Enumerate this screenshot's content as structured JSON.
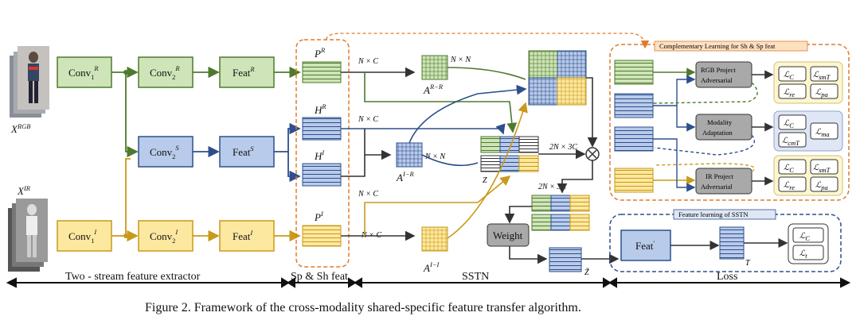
{
  "caption": "Figure 2. Framework of the cross-modality shared-specific feature transfer algorithm.",
  "inputs": {
    "rgb_label": "X",
    "rgb_sup": "RGB",
    "ir_label": "X",
    "ir_sup": "IR"
  },
  "extractor": {
    "conv1r": "Conv",
    "conv1r_sub": "1",
    "conv1r_sup": "R",
    "conv2r": "Conv",
    "conv2r_sub": "2",
    "conv2r_sup": "R",
    "featr": "Feat",
    "featr_sup": "R",
    "conv2s": "Conv",
    "conv2s_sub": "2",
    "conv2s_sup": "S",
    "feats": "Feat",
    "feats_sup": "S",
    "conv1i": "Conv",
    "conv1i_sub": "1",
    "conv1i_sup": "I",
    "conv2i": "Conv",
    "conv2i_sub": "2",
    "conv2i_sup": "I",
    "feati": "Feat",
    "feati_sup": "I"
  },
  "features": {
    "pr": "P",
    "pr_sup": "R",
    "hr": "H",
    "hr_sup": "R",
    "hi": "H",
    "hi_sup": "I",
    "pi": "P",
    "pi_sup": "I"
  },
  "dims": {
    "nc": "N × C",
    "nn": "N × N",
    "two_n_3c": "2N × 3C"
  },
  "sstn": {
    "arr": "A",
    "arr_sup": "R−R",
    "air": "A",
    "air_sup": "I−R",
    "aii": "A",
    "aii_sup": "I−I",
    "z": "Z",
    "weight": "Weight",
    "z_tilde": "Z̃"
  },
  "complementary": {
    "title": "Complementary Learning for Sh & Sp feat",
    "rgb_adv": [
      "RGB Project",
      "Adversarial"
    ],
    "modality": [
      "Modality",
      "Adaptation"
    ],
    "ir_adv": [
      "IR Project",
      "Adversarial"
    ],
    "loss_c": "C",
    "loss_smt": "smT",
    "loss_re": "re",
    "loss_pa": "pa",
    "loss_ma": "ma",
    "loss_cmt": "cmT",
    "loss_symbol": "ℒ"
  },
  "sstn_feature": {
    "title": "Feature learning of SSTN",
    "feat": "Feat",
    "feat_sup": "′",
    "t_label": "T",
    "loss_c": "C",
    "loss_t": "t"
  },
  "sections": {
    "extractor": "Two - stream feature extractor",
    "sp_sh": "Sp & Sh feat",
    "sstn": "SSTN",
    "loss": "Loss"
  },
  "colors": {
    "green_fill": "#cfe4b8",
    "green_stroke": "#4e7a2e",
    "blue_fill": "#b9cbea",
    "blue_stroke": "#2e4f8c",
    "yellow_fill": "#fde8a0",
    "yellow_stroke": "#c89a1a",
    "orange": "#e07a2a",
    "gray_fill": "#a9a9a9"
  }
}
